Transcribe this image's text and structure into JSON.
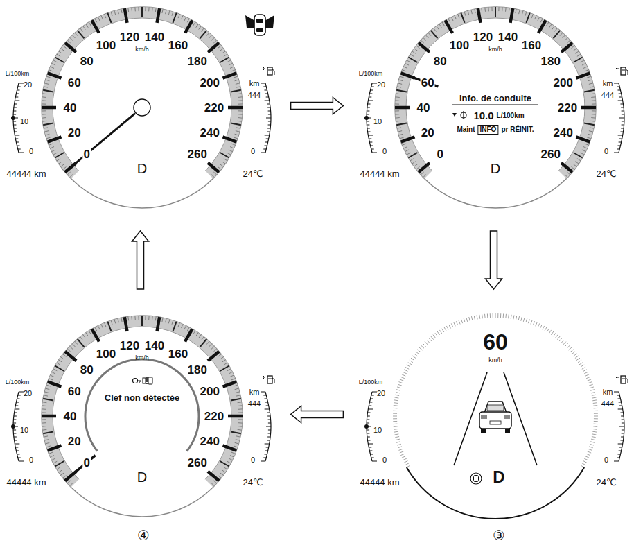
{
  "diagram": {
    "nodes": [
      {
        "text": [
          "0",
          "20",
          "40",
          "60",
          "80",
          "100",
          "120",
          "140",
          "160",
          "180",
          "200",
          "220",
          "240",
          "260",
          "km/h",
          "L/100km",
          "20",
          "10",
          "0",
          "km",
          "444",
          "0",
          "44444 km",
          "24℃",
          "D"
        ]
      },
      {
        "text": [
          "0",
          "20",
          "40",
          "60",
          "80",
          "100",
          "120",
          "140",
          "160",
          "180",
          "200",
          "220",
          "240",
          "260",
          "km/h",
          "L/100km",
          "20",
          "10",
          "0",
          "km",
          "444",
          "0",
          "44444 km",
          "24℃",
          "D",
          "Info. de conduite",
          "10.0",
          "L/100km",
          "Maint",
          "INFO",
          "pr RÉINIT."
        ]
      },
      {
        "text": [
          "0",
          "20",
          "40",
          "60",
          "80",
          "100",
          "120",
          "140",
          "160",
          "180",
          "200",
          "220",
          "240",
          "260",
          "km/h",
          "L/100km",
          "20",
          "10",
          "0",
          "km",
          "444",
          "0",
          "44444 km",
          "24℃",
          "D",
          "Clef non détectée"
        ]
      },
      {
        "text": [
          "60",
          "km/h",
          "L/100km",
          "20",
          "10",
          "0",
          "km",
          "444",
          "0",
          "44444 km",
          "24℃",
          "D"
        ]
      }
    ],
    "edges": [
      {
        "from": 0,
        "to": 1,
        "arrow": "to"
      },
      {
        "from": 1,
        "to": 3,
        "arrow": "to"
      },
      {
        "from": 3,
        "to": 2,
        "arrow": "to"
      },
      {
        "from": 2,
        "to": 0,
        "arrow": "to"
      }
    ],
    "labels": [
      "④",
      "③"
    ]
  }
}
